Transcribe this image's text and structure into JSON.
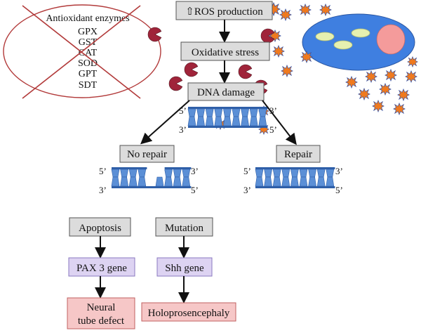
{
  "enzymes": {
    "title": "Antioxidant enzymes",
    "items": [
      "GPX",
      "GST",
      "CAT",
      "SOD",
      "GPT",
      "SDT"
    ]
  },
  "flow": {
    "ros": "⇧ROS production",
    "oxidative": "Oxidative stress",
    "dna": "DNA damage",
    "no_repair": "No repair",
    "repair": "Repair",
    "apoptosis": "Apoptosis",
    "mutation": "Mutation",
    "pax3": "PAX 3 gene",
    "shh": "Shh gene",
    "neural_line1": "Neural",
    "neural_line2": "tube defect",
    "holo": "Holoprosencephaly"
  },
  "strand": {
    "five": "5’",
    "three": "3’"
  },
  "colors": {
    "box_gray": "#dcdcdc",
    "box_purple": "#ddd3f2",
    "box_pink": "#f6c7c7",
    "strand_blue": "#5b8fd6",
    "strand_dark": "#2f5fa8",
    "cell_blue": "#3f7fe0",
    "nucleus_pink": "#f49b9b",
    "organelle": "#e6f0b0",
    "ros_orange": "#f07a1e",
    "scavenger_red": "#a0243a",
    "cross_red": "#b23a3a"
  }
}
